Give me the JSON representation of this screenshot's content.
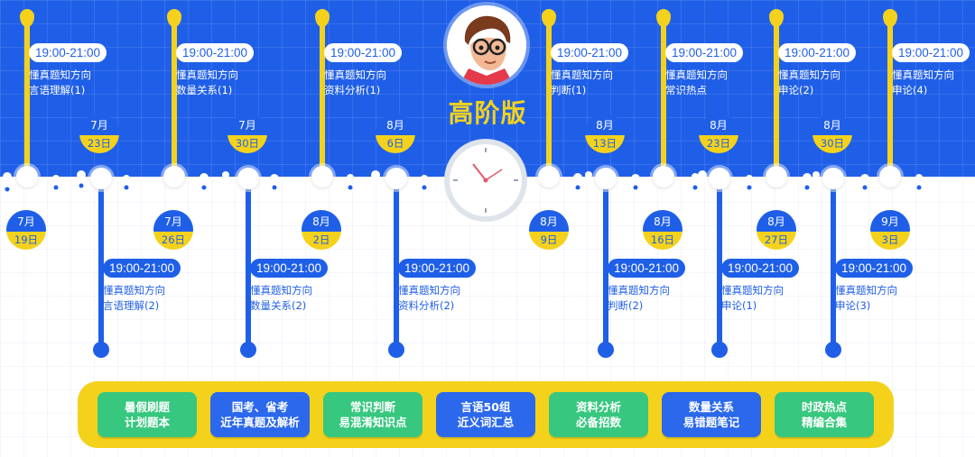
{
  "edition_title": "高阶版",
  "top_sessions": [
    {
      "time": "19:00-21:00",
      "line1": "懂真题知方向",
      "line2": "言语理解(1)",
      "month": "7月",
      "day": "19日"
    },
    {
      "time": "19:00-21:00",
      "line1": "懂真题知方向",
      "line2": "数量关系(1)",
      "month": "7月",
      "day": "26日"
    },
    {
      "time": "19:00-21:00",
      "line1": "懂真题知方向",
      "line2": "资料分析(1)",
      "month": "8月",
      "day": "2日"
    },
    {
      "time": "19:00-21:00",
      "line1": "懂真题知方向",
      "line2": "判断(1)",
      "month": "8月",
      "day": "9日"
    },
    {
      "time": "19:00-21:00",
      "line1": "懂真题知方向",
      "line2": "常识热点",
      "month": "8月",
      "day": "16日"
    },
    {
      "time": "19:00-21:00",
      "line1": "懂真题知方向",
      "line2": "申论(2)",
      "month": "8月",
      "day": "27日"
    },
    {
      "time": "19:00-21:00",
      "line1": "懂真题知方向",
      "line2": "申论(4)",
      "month": "9月",
      "day": "3日"
    }
  ],
  "bottom_sessions": [
    {
      "time": "19:00-21:00",
      "line1": "懂真题知方向",
      "line2": "言语理解(2)",
      "month": "7月",
      "day": "23日"
    },
    {
      "time": "19:00-21:00",
      "line1": "懂真题知方向",
      "line2": "数量关系(2)",
      "month": "7月",
      "day": "30日"
    },
    {
      "time": "19:00-21:00",
      "line1": "懂真题知方向",
      "line2": "资料分析(2)",
      "month": "8月",
      "day": "6日"
    },
    {
      "time": "19:00-21:00",
      "line1": "懂真题知方向",
      "line2": "判断(2)",
      "month": "8月",
      "day": "13日"
    },
    {
      "time": "19:00-21:00",
      "line1": "懂真题知方向",
      "line2": "申论(1)",
      "month": "8月",
      "day": "23日"
    },
    {
      "time": "19:00-21:00",
      "line1": "懂真题知方向",
      "line2": "申论(3)",
      "month": "8月",
      "day": "30日"
    }
  ],
  "books": [
    {
      "line1": "暑假刷题",
      "line2": "计划题本",
      "color": "green"
    },
    {
      "line1": "国考、省考",
      "line2": "近年真题及解析",
      "color": "blue"
    },
    {
      "line1": "常识判断",
      "line2": "易混淆知识点",
      "color": "green"
    },
    {
      "line1": "言语50组",
      "line2": "近义词汇总",
      "color": "blue"
    },
    {
      "line1": "资料分析",
      "line2": "必备招数",
      "color": "green"
    },
    {
      "line1": "数量关系",
      "line2": "易错题笔记",
      "color": "blue"
    },
    {
      "line1": "时政热点",
      "line2": "精编合集",
      "color": "green"
    }
  ],
  "colors": {
    "primary_blue": "#1f5fe8",
    "accent_yellow": "#f4d21c",
    "green": "#37c77f"
  }
}
